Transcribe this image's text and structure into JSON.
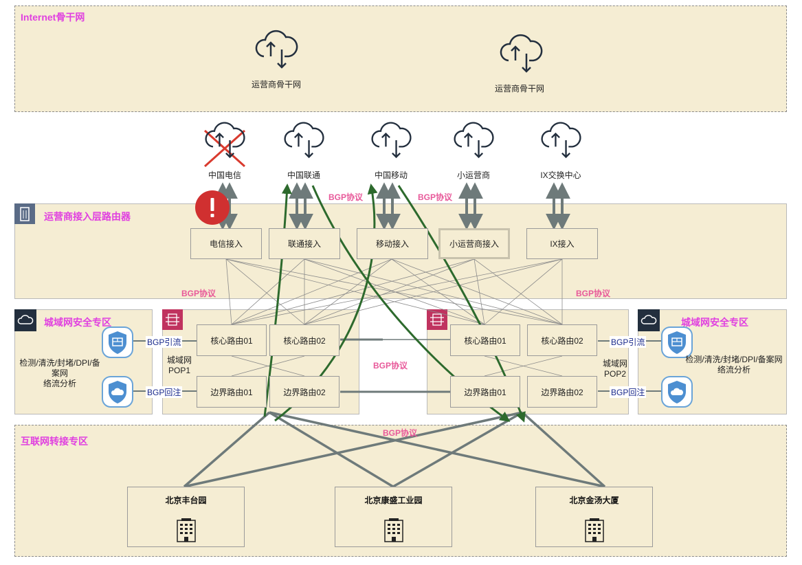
{
  "zones": {
    "internet": "Internet骨干网",
    "access_layer": "运营商接入层路由器",
    "security_left": "城域网安全专区",
    "security_right": "城域网安全专区",
    "transit": "互联网转接专区"
  },
  "backbone_clouds": [
    "运营商骨干网",
    "运营商骨干网"
  ],
  "carriers": [
    "中国电信",
    "中国联通",
    "中国移动",
    "小运营商",
    "IX交换中心"
  ],
  "access_routers": [
    "电信接入",
    "联通接入",
    "移动接入",
    "小运营商接入",
    "IX接入"
  ],
  "pop1": {
    "label_line1": "城域网",
    "label_line2": "POP1",
    "core": [
      "核心路由01",
      "核心路由02"
    ],
    "edge": [
      "边界路由01",
      "边界路由02"
    ]
  },
  "pop2": {
    "label_line1": "城域网",
    "label_line2": "POP2",
    "core": [
      "核心路由01",
      "核心路由02"
    ],
    "edge": [
      "边界路由01",
      "边界路由02"
    ]
  },
  "security_desc_line1": "检测/清洗/封堵/DPI/备案网",
  "security_desc_line2": "络流分析",
  "bgp": {
    "protocol": "BGP协议",
    "divert": "BGP引流",
    "reinject": "BGP回注"
  },
  "sites": [
    "北京丰台园",
    "北京康盛工业园",
    "北京金汤大厦"
  ],
  "colors": {
    "zone_fill": "#f5edd3",
    "title": "#e040e0",
    "bgp_label": "#e8599a",
    "green_flow": "#2d6a2d",
    "link_gray": "#6e7a7a",
    "alert": "#d03030"
  }
}
